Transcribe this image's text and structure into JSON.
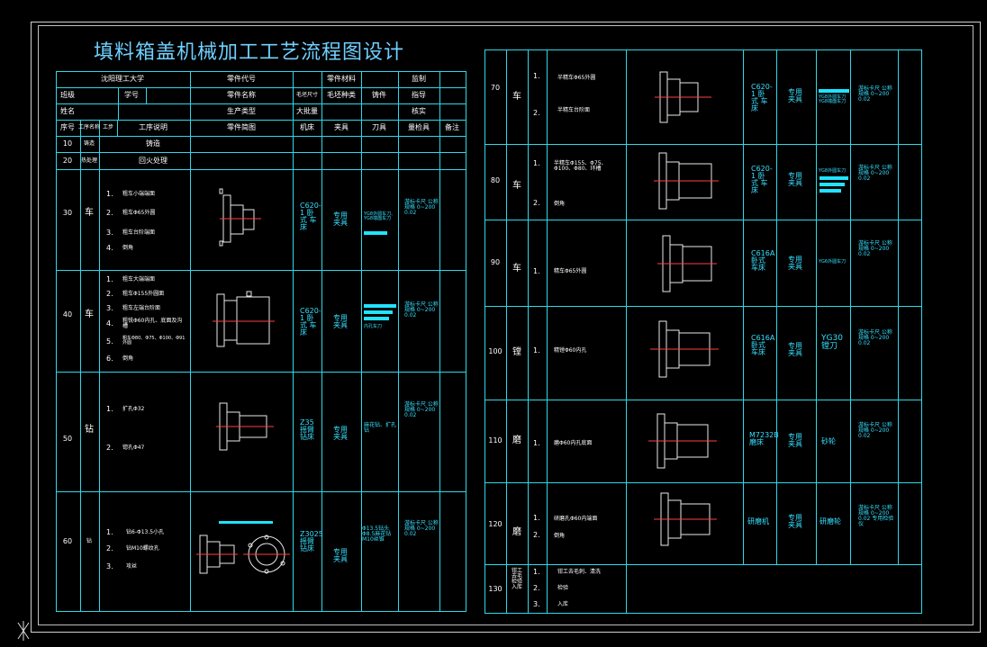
{
  "title": "填料箱盖机械加工工艺流程图设计",
  "header": {
    "school": "沈阳理工大学",
    "part_code": "零件代号",
    "material": "零件材料",
    "supervise": "监制",
    "class": "班级",
    "student_no": "学号",
    "part_name": "零件名称",
    "blank_size": "毛坯尺寸",
    "blank_kind": "毛坯种类",
    "casting": "铸件",
    "guide": "指导",
    "name": "姓名",
    "prod_type": "生产类型",
    "mass": "大批量",
    "review": "核实"
  },
  "columns": {
    "seq": "序号",
    "op_name": "工序名称",
    "step_no": "工步",
    "desc": "工序说明",
    "sketch": "零件简图",
    "machine": "机床",
    "fixture": "夹具",
    "tool": "刀具",
    "gauge": "量检具",
    "note": "备注"
  },
  "rows_left": [
    {
      "seq": "10",
      "op": "铸造",
      "desc": "铸造"
    },
    {
      "seq": "20",
      "op": "热处理",
      "desc": "回火处理"
    },
    {
      "seq": "30",
      "op": "车",
      "steps": [
        "1.",
        "2.",
        "3.",
        "4."
      ],
      "texts": [
        "粗车小端端面",
        "粗车Φ65外圆",
        "粗车台阶端面",
        "倒角"
      ],
      "machine": "C620-1 卧式 车床",
      "fixture": "专用 夹具",
      "tool": "YG8外圆车刀、YG8端面车刀",
      "gauge": "游标卡尺 公称规格 0~200 0.02"
    },
    {
      "seq": "40",
      "op": "车",
      "steps": [
        "1.",
        "2.",
        "3.",
        "4.",
        "5.",
        "6."
      ],
      "texts": [
        "粗车大端端面",
        "粗车Φ155外圆面",
        "粗车左端台阶面",
        "粗铣Φ60内孔、底面及沟槽",
        "粗车Φ80、Φ75、Φ100、Φ91外圆",
        "倒角"
      ],
      "machine": "C620-1 卧式 车床",
      "fixture": "专用 夹具",
      "tool": "内孔车刀",
      "gauge": "游标卡尺 公称规格 0~200 0.02"
    },
    {
      "seq": "50",
      "op": "钻",
      "steps": [
        "1.",
        "2."
      ],
      "texts": [
        "扩孔Φ32",
        "锪孔Φ47"
      ],
      "machine": "Z35 摇臂 钻床",
      "fixture": "专用 夹具",
      "tool": "麻花钻、扩孔钻",
      "gauge": "游标卡尺 公称规格 0~200 0.02"
    },
    {
      "seq": "60",
      "op": "钻",
      "steps": [
        "1.",
        "2.",
        "3."
      ],
      "texts": [
        "钻6-Φ13.5小孔",
        "钻M10螺纹孔",
        "攻丝"
      ],
      "machine": "Z3025 摇臂 钻床",
      "fixture": "专用 夹具",
      "tool": "Φ13.5钻头 Φ8.5麻花钻 M10丝锥",
      "gauge": "游标卡尺 公称规格 0~200 0.02"
    }
  ],
  "rows_right": [
    {
      "seq": "70",
      "op": "车",
      "steps": [
        "1.",
        "2."
      ],
      "texts": [
        "半精车Φ65外圆",
        "半精车台阶面"
      ],
      "machine": "C620-1 卧式 车床",
      "fixture": "专用 夹具",
      "tool": "YG8外圆车刀 YG8端面车刀",
      "gauge": "游标卡尺 公称规格 0~200 0.02"
    },
    {
      "seq": "80",
      "op": "车",
      "steps": [
        "1.",
        "2."
      ],
      "texts": [
        "半精车Φ155、Φ75、Φ100、Φ80、环槽",
        "倒角"
      ],
      "machine": "C620-1 卧式 车床",
      "fixture": "专用 夹具",
      "tool": "YG8外圆车刀",
      "gauge": "游标卡尺 公称规格 0~200 0.02"
    },
    {
      "seq": "90",
      "op": "车",
      "steps": [
        "1."
      ],
      "texts": [
        "精车Φ65外圆"
      ],
      "machine": "C616A 卧式 车床",
      "fixture": "专用 夹具",
      "tool": "YG6外圆车刀",
      "gauge": "游标卡尺 公称规格 0~200 0.02"
    },
    {
      "seq": "100",
      "op": "镗",
      "steps": [
        "1."
      ],
      "texts": [
        "精镗Φ60内孔"
      ],
      "machine": "C616A 卧式 车床",
      "fixture": "专用 夹具",
      "tool": "YG30 镗刀",
      "gauge": "游标卡尺 公称规格 0~200 0.02"
    },
    {
      "seq": "110",
      "op": "磨",
      "steps": [
        "1."
      ],
      "texts": [
        "磨Φ60内孔底面"
      ],
      "machine": "M7232B 磨床",
      "fixture": "专用 夹具",
      "tool": "砂轮",
      "gauge": "游标卡尺 公称规格 0~200 0.02"
    },
    {
      "seq": "120",
      "op": "磨",
      "steps": [
        "1.",
        "2."
      ],
      "texts": [
        "研磨孔Φ60内端面",
        "倒角"
      ],
      "machine": "研磨机",
      "fixture": "专用 夹具",
      "tool": "研磨轮",
      "gauge": "游标卡尺 公称规格 0~200 0.02 专用检验仪"
    },
    {
      "seq": "130",
      "op": "钳工 去毛 检验 入库",
      "steps": [
        "1.",
        "2.",
        "3."
      ],
      "texts": [
        "钳工去毛刺、清洗",
        "检验",
        "入库"
      ]
    }
  ]
}
